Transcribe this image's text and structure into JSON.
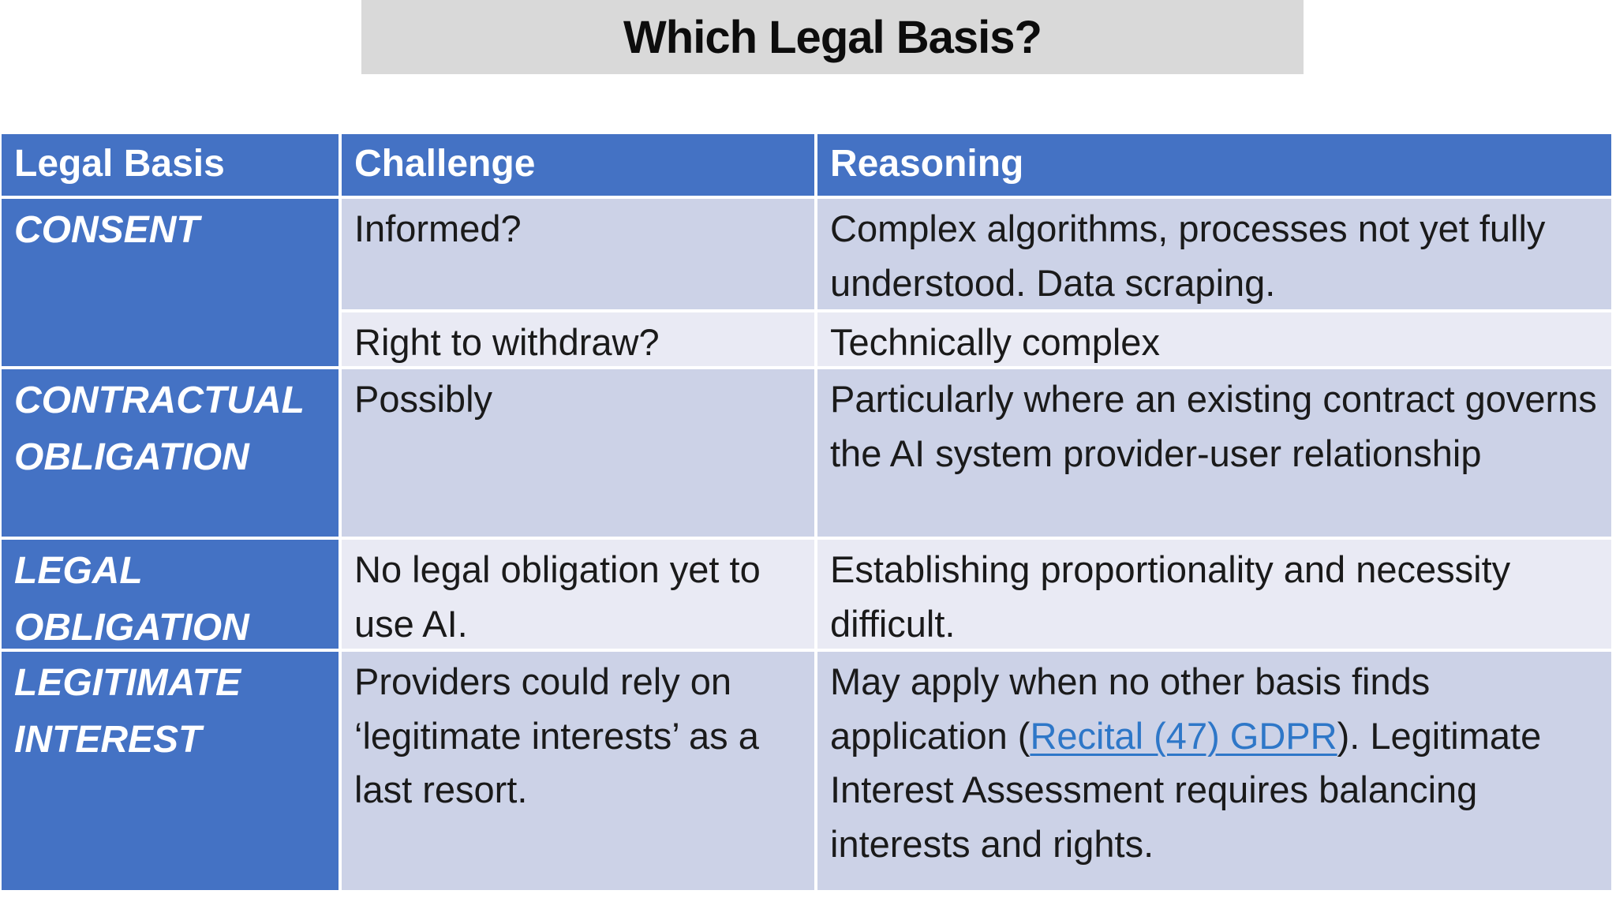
{
  "slide": {
    "title": "Which Legal Basis?"
  },
  "table": {
    "headers": {
      "legal_basis": "Legal Basis",
      "challenge": "Challenge",
      "reasoning": "Reasoning"
    },
    "rows": [
      {
        "basis": "CONSENT",
        "challenge": "Informed?",
        "reasoning": "Complex algorithms, processes not yet fully understood. Data scraping."
      },
      {
        "basis": "",
        "challenge": "Right to withdraw?",
        "reasoning": "Technically complex"
      },
      {
        "basis": "CONTRACTUAL OBLIGATION",
        "challenge": "Possibly",
        "reasoning": "Particularly where an existing contract governs the AI system provider-user relationship"
      },
      {
        "basis": "LEGAL OBLIGATION",
        "challenge": "No legal obligation yet to use AI.",
        "reasoning": "Establishing proportionality and necessity difficult."
      },
      {
        "basis": "LEGITIMATE INTEREST",
        "challenge": "Providers could rely on ‘legitimate interests’ as a last resort.",
        "reasoning_pre": "May apply when no other basis finds application (",
        "link_text": "Recital (47) GDPR",
        "reasoning_post": "). Legitimate Interest Assessment requires balancing interests and rights."
      }
    ],
    "colors": {
      "header_blue": "#4472c4",
      "band_dark": "#ccd2e7",
      "band_light": "#e9eaf4",
      "banner_gray": "#d9d9d9",
      "link_blue": "#2e77c8",
      "header_text": "#ffffff",
      "body_text": "#1a1a1a"
    }
  }
}
